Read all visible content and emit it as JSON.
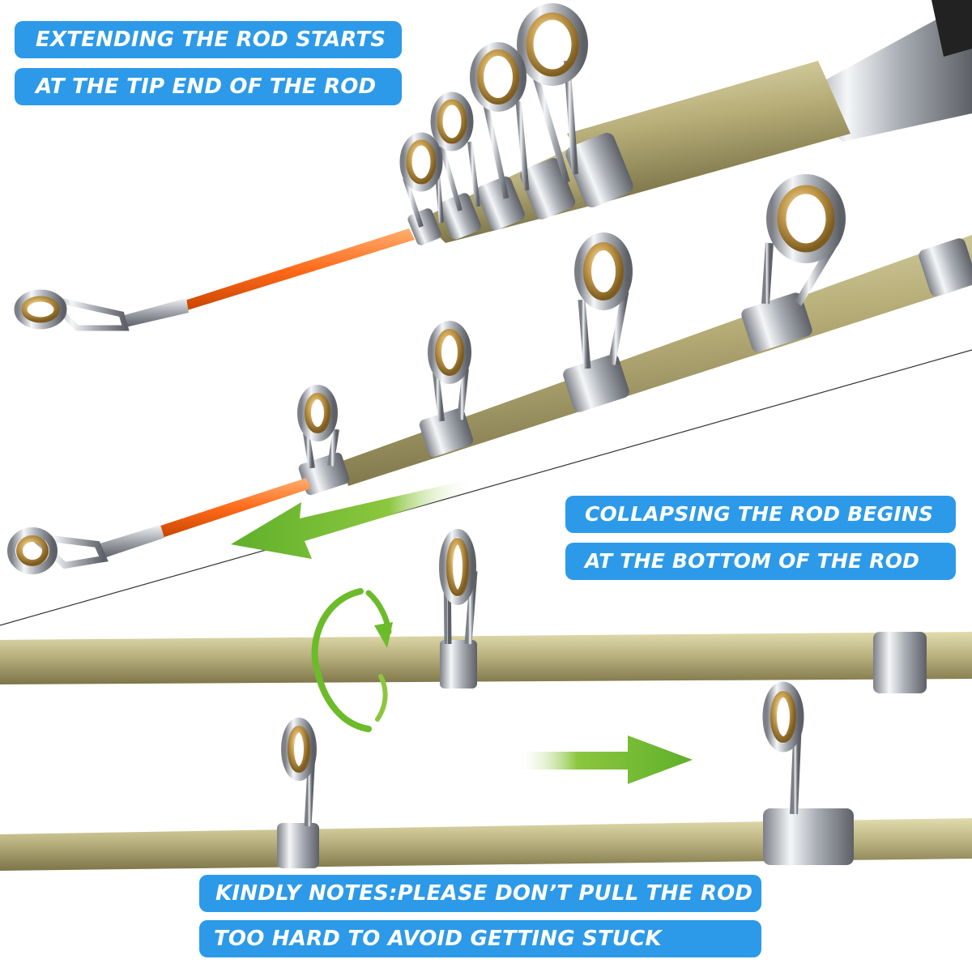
{
  "labels": {
    "extend_line1": "EXTENDING THE ROD STARTS",
    "extend_line2": "AT THE TIP END OF THE ROD",
    "collapse_line1": "COLLAPSING THE ROD BEGINS",
    "collapse_line2": "AT THE BOTTOM OF THE ROD",
    "note_line1": "KINDLY NOTES:PLEASE DON’T PULL THE ROD",
    "note_line2": "TOO HARD TO AVOID GETTING STUCK"
  },
  "colors": {
    "label_bg": "#2c9ae8",
    "label_text": "#ffffff",
    "rod_gold": "#b9b27e",
    "arrow_green": "#6cbb2a",
    "tip_orange": "#ff6a1a"
  },
  "icons": [
    "rotate-arrow-icon",
    "arrow-left-icon",
    "arrow-right-icon"
  ]
}
